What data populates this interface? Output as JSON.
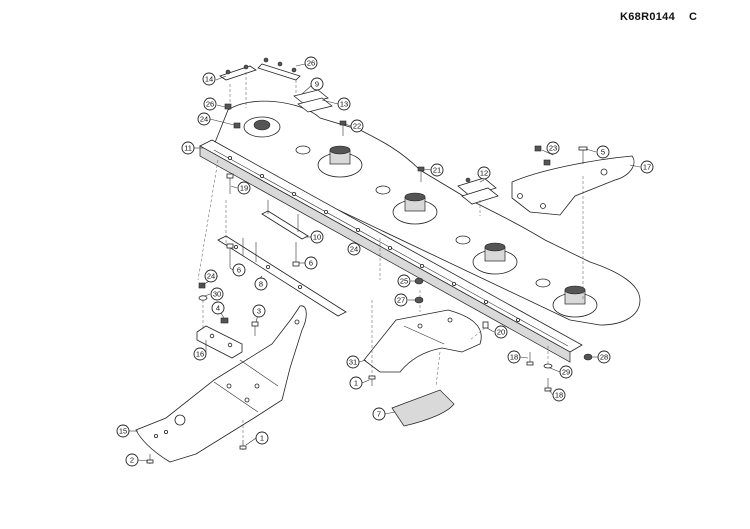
{
  "drawing": {
    "code": "K68R0144",
    "revision": "C"
  },
  "callouts": [
    {
      "id": "c14",
      "num": "14"
    },
    {
      "id": "c26a",
      "num": "26"
    },
    {
      "id": "c9",
      "num": "9"
    },
    {
      "id": "c26b",
      "num": "26"
    },
    {
      "id": "c13",
      "num": "13"
    },
    {
      "id": "c24a",
      "num": "24"
    },
    {
      "id": "c22",
      "num": "22"
    },
    {
      "id": "c11",
      "num": "11"
    },
    {
      "id": "c21",
      "num": "21"
    },
    {
      "id": "c12",
      "num": "12"
    },
    {
      "id": "c23",
      "num": "23"
    },
    {
      "id": "c5",
      "num": "5"
    },
    {
      "id": "c17",
      "num": "17"
    },
    {
      "id": "c19",
      "num": "19"
    },
    {
      "id": "c10",
      "num": "10"
    },
    {
      "id": "c24b",
      "num": "24"
    },
    {
      "id": "c6a",
      "num": "6"
    },
    {
      "id": "c6b",
      "num": "6"
    },
    {
      "id": "c24c",
      "num": "24"
    },
    {
      "id": "c8",
      "num": "8"
    },
    {
      "id": "c25",
      "num": "25"
    },
    {
      "id": "c30",
      "num": "30"
    },
    {
      "id": "c27",
      "num": "27"
    },
    {
      "id": "c4",
      "num": "4"
    },
    {
      "id": "c3",
      "num": "3"
    },
    {
      "id": "c20",
      "num": "20"
    },
    {
      "id": "c16",
      "num": "16"
    },
    {
      "id": "c31",
      "num": "31"
    },
    {
      "id": "c18a",
      "num": "18"
    },
    {
      "id": "c28",
      "num": "28"
    },
    {
      "id": "c29",
      "num": "29"
    },
    {
      "id": "c1a",
      "num": "1"
    },
    {
      "id": "c18b",
      "num": "18"
    },
    {
      "id": "c7",
      "num": "7"
    },
    {
      "id": "c15",
      "num": "15"
    },
    {
      "id": "c1b",
      "num": "1"
    },
    {
      "id": "c2",
      "num": "2"
    }
  ]
}
